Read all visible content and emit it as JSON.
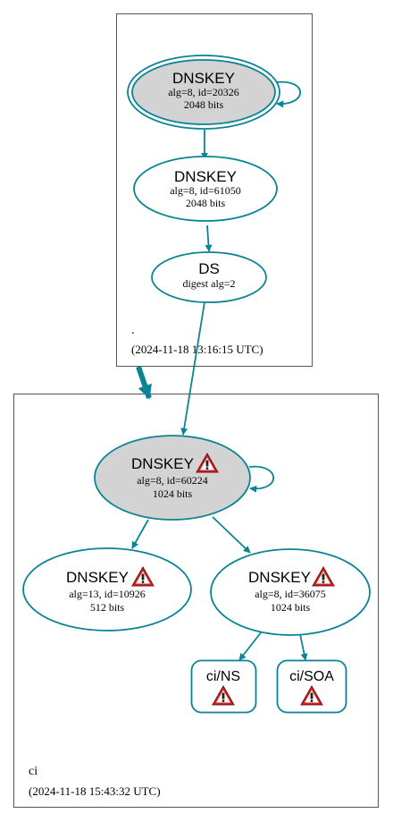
{
  "colors": {
    "edge": "#0a8494",
    "node_fill_grey": "#d3d3d3",
    "zone_border": "#555555",
    "warning_red": "#cc2222"
  },
  "zones": [
    {
      "id": "root",
      "name": ".",
      "timestamp": "(2024-11-18 13:16:15 UTC)"
    },
    {
      "id": "ci",
      "name": "ci",
      "timestamp": "(2024-11-18 15:43:32 UTC)"
    }
  ],
  "nodes": {
    "root_ksk": {
      "title": "DNSKEY",
      "line1": "alg=8, id=20326",
      "line2": "2048 bits"
    },
    "root_zsk": {
      "title": "DNSKEY",
      "line1": "alg=8, id=61050",
      "line2": "2048 bits"
    },
    "root_ds": {
      "title": "DS",
      "line1": "digest alg=2"
    },
    "ci_ksk": {
      "title": "DNSKEY",
      "line1": "alg=8, id=60224",
      "line2": "1024 bits",
      "icon": "warning-icon"
    },
    "ci_key13": {
      "title": "DNSKEY",
      "line1": "alg=13, id=10926",
      "line2": "512 bits",
      "icon": "warning-icon"
    },
    "ci_zsk": {
      "title": "DNSKEY",
      "line1": "alg=8, id=36075",
      "line2": "1024 bits",
      "icon": "warning-icon"
    },
    "ci_ns": {
      "title": "ci/NS",
      "icon": "warning-icon"
    },
    "ci_soa": {
      "title": "ci/SOA",
      "icon": "warning-icon"
    }
  }
}
